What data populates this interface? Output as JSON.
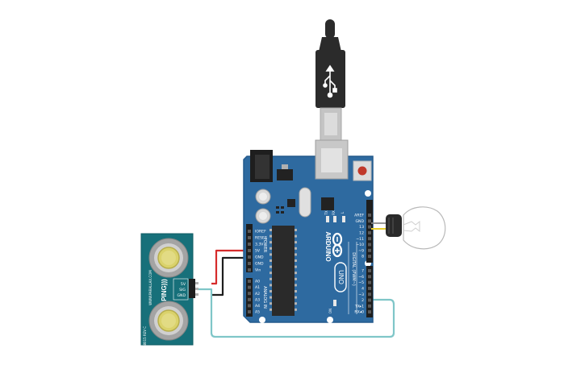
{
  "colors": {
    "board": "#2e6aa0",
    "board_edge": "#245a8c",
    "sensor_pcb": "#17707a",
    "usb_black": "#2b2b2b",
    "usb_metal": "#c4c4c4",
    "chip": "#2a2a2a",
    "wire_red": "#d62b2b",
    "wire_black": "#1e1e1e",
    "wire_signal": "#7fc6c8",
    "lamp_base": "#2a2a2a",
    "reset_button": "#c0392b"
  },
  "board": {
    "model": "UNO",
    "brand": "ARDUINO",
    "power_header_label": "POWER",
    "analog_header_label": "ANALOG IN",
    "digital_header_label": "DIGITAL (PWM~)",
    "power_pins": [
      "IOREF",
      "RESET",
      "3.3V",
      "5V",
      "GND",
      "GND",
      "Vin"
    ],
    "analog_pins": [
      "A0",
      "A1",
      "A2",
      "A3",
      "A4",
      "A5"
    ],
    "digital_top_pins": [
      "AREF",
      "GND",
      "13",
      "12",
      "~11",
      "~10",
      "~9",
      "8"
    ],
    "digital_bottom_pins": [
      "7",
      "~6",
      "~5",
      "4",
      "~3",
      "2",
      "TX▸1",
      "RX◂0"
    ],
    "tx_label": "TX",
    "rx_label": "RX",
    "l_label": "L",
    "on_label": "ON"
  },
  "sensor": {
    "name": "PING)))",
    "website": "WWW.PARALLAX.COM",
    "pins": [
      "5V",
      "SIG",
      "GND"
    ],
    "part_code": "28015 REV C"
  },
  "lamp": {
    "icon": "light-bulb-icon"
  }
}
